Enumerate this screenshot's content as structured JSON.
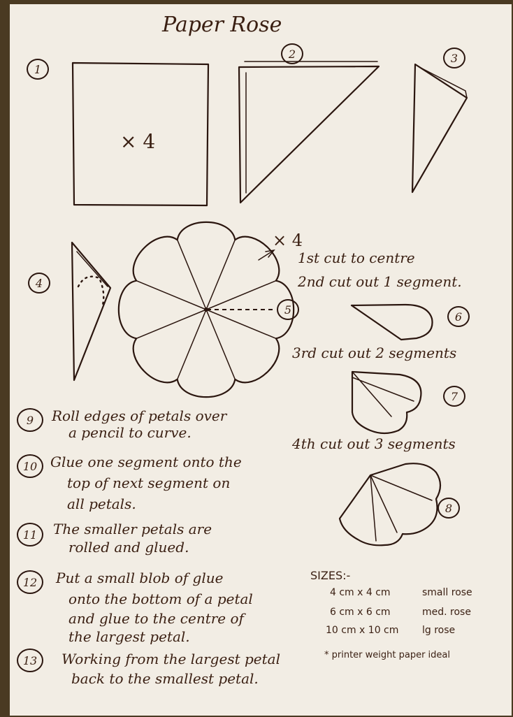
{
  "title": "Paper Rose",
  "labels": {
    "times_four_square": "× 4",
    "times_four_flower": "× 4"
  },
  "step_numbers": {
    "s1": "1",
    "s2": "2",
    "s3": "3",
    "s4": "4",
    "s5": "5",
    "s6": "6",
    "s7": "7",
    "s8": "8",
    "s9": "9",
    "s10": "10",
    "s11": "11",
    "s12": "12",
    "s13": "13"
  },
  "cuts": {
    "cut1": "1st cut to centre",
    "cut2": "2nd cut out 1 segment.",
    "cut3": "3rd cut out 2 segments",
    "cut4": "4th cut out 3 segments"
  },
  "instructions": {
    "i9_line1": "Roll edges of petals over",
    "i9_line2": "a pencil to curve.",
    "i10_line1": "Glue one segment onto the",
    "i10_line2": "top of next segment on",
    "i10_line3": "all petals.",
    "i11_line1": "The smaller petals are",
    "i11_line2": "rolled and glued.",
    "i12_line1": "Put a small blob of glue",
    "i12_line2": "onto the bottom of a petal",
    "i12_line3": "and glue to the centre of",
    "i12_line4": "the largest petal.",
    "i13_line1": "Working from the largest petal",
    "i13_line2": "back to the smallest petal."
  },
  "sizes": {
    "heading": "SIZES:-",
    "rows": [
      {
        "dims": "4 cm x 4 cm",
        "name": "small rose"
      },
      {
        "dims": "6 cm x 6 cm",
        "name": "med. rose"
      },
      {
        "dims": "10 cm x 10 cm",
        "name": "lg rose"
      }
    ],
    "note": "* printer weight paper ideal"
  }
}
